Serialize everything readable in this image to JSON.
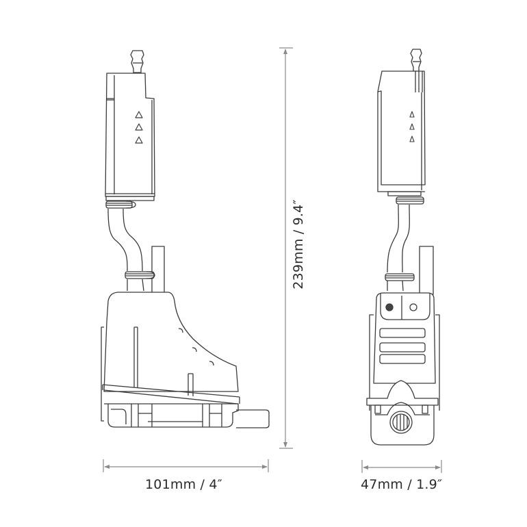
{
  "diagram": {
    "subject": "condensate pump dimension drawing",
    "views": [
      {
        "id": "side-view",
        "description": "side elevation of pump with sensor unit, hose, and reservoir"
      },
      {
        "id": "front-view",
        "description": "front elevation of pump with sensor unit, hose, and reservoir"
      }
    ],
    "dimensions": {
      "width": {
        "label": "101mm / 4″",
        "axis": "horizontal",
        "view": "side-view"
      },
      "height": {
        "label": "239mm / 9.4″",
        "axis": "vertical"
      },
      "depth": {
        "label": "47mm / 1.9″",
        "axis": "horizontal",
        "view": "front-view"
      }
    },
    "markings": {
      "arrow_symbols": [
        "up-triangle",
        "up-triangle",
        "up-triangle"
      ]
    },
    "colors": {
      "line": "#3a3a3a",
      "dimension_line": "#8a8a8a",
      "text": "#2a2a2a",
      "background": "#ffffff"
    }
  }
}
